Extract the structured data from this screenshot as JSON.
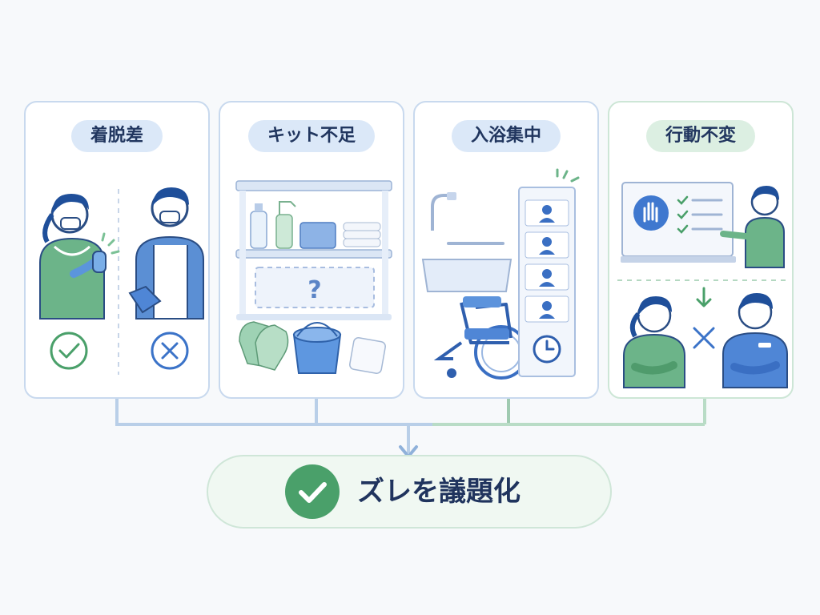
{
  "panels": [
    {
      "title": "着脱差"
    },
    {
      "title": "キット不足"
    },
    {
      "title": "入浴集中"
    },
    {
      "title": "行動不変"
    }
  ],
  "result": {
    "label": "ズレを議題化"
  },
  "colors": {
    "blue_accent": "#2f6fd1",
    "blue_border": "#c8d9ee",
    "green_accent": "#4aa06a",
    "green_border": "#cde6d6",
    "dark_text": "#21365f"
  }
}
